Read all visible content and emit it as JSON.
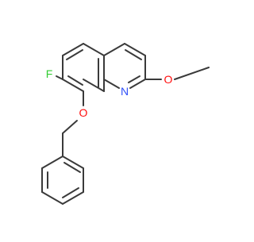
{
  "molecule": {
    "atom_labels": {
      "fluorine": "F",
      "ring_nitrogen": "N",
      "ether_oxygen_benzyl": "O",
      "ether_oxygen_methoxy": "O"
    },
    "colors": {
      "bond": "#3a3a3a",
      "fluorine": "#33cc33",
      "nitrogen": "#3050f8",
      "oxygen": "#ff0d0d"
    }
  }
}
